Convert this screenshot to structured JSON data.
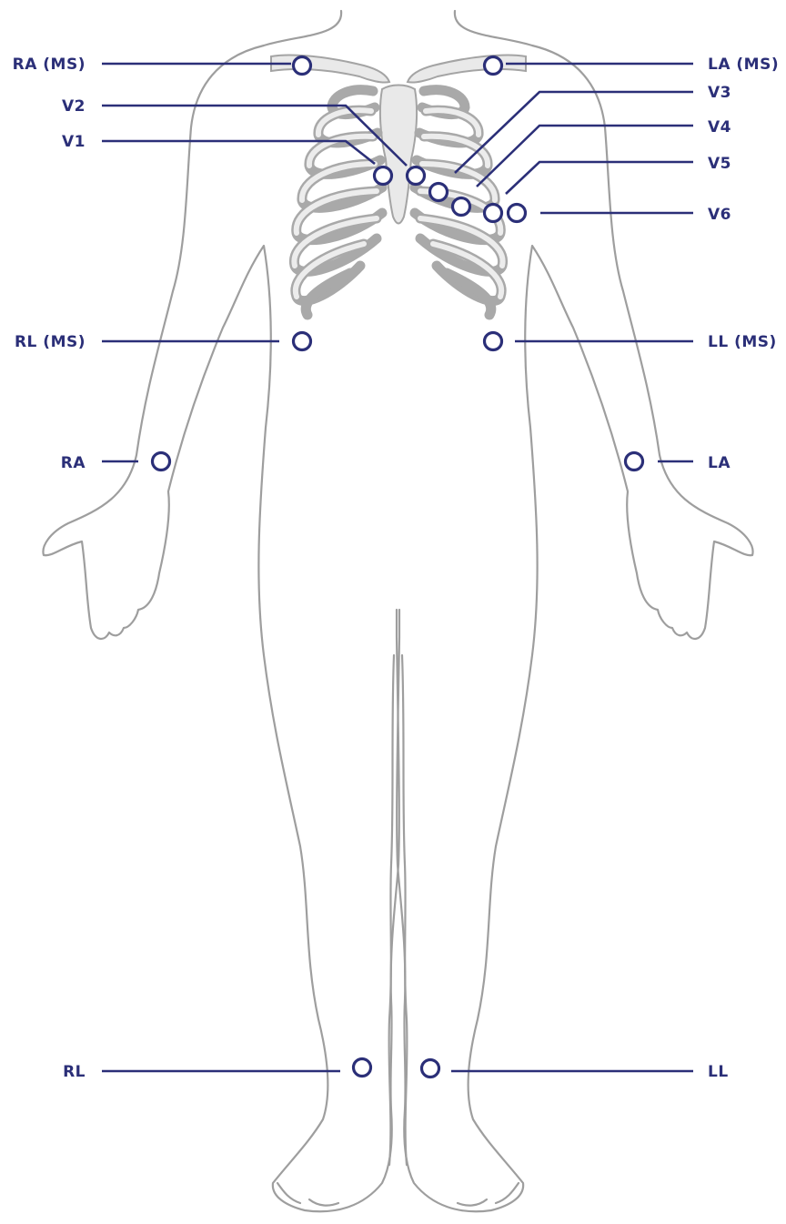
{
  "colors": {
    "accent": "#2b2f78",
    "body_outline": "#9e9e9e",
    "bone": "#e9e9e9"
  },
  "labels": {
    "ra_ms": "RA (MS)",
    "la_ms": "LA (MS)",
    "v1": "V1",
    "v2": "V2",
    "v3": "V3",
    "v4": "V4",
    "v5": "V5",
    "v6": "V6",
    "rl_ms": "RL (MS)",
    "ll_ms": "LL (MS)",
    "ra": "RA",
    "la": "LA",
    "rl": "RL",
    "ll": "LL"
  }
}
